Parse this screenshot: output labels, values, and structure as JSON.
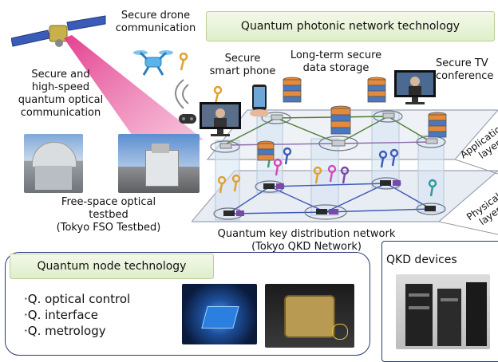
{
  "labels": {
    "secure_drone": "Secure drone\ncommunication",
    "secure_smartphone": "Secure\nsmart phone",
    "long_term_storage": "Long-term secure\ndata storage",
    "secure_tv": "Secure TV\nconference",
    "satellite_comm": "Secure and\nhigh-speed\nquantum optical\ncommunication",
    "fso_testbed": "Free-space optical\ntestbed\n(Tokyo FSO Testbed)",
    "qkd_network": "Quantum key distribution network\n(Tokyo QKD Network)",
    "qkd_devices": "QKD devices",
    "application_layer": "Application\nlayer",
    "physical_layer": "Physical\nlayer"
  },
  "banners": {
    "photonic": "Quantum photonic network technology",
    "node": "Quantum node technology"
  },
  "node_technology_items": [
    "·Q. optical control",
    "·Q. interface",
    "·Q. metrology"
  ],
  "colors": {
    "banner_fill": "#dfeecb",
    "panel_border": "#2b3a73",
    "beam": "#e2368a",
    "layer_plane": "#e8ecf3"
  }
}
